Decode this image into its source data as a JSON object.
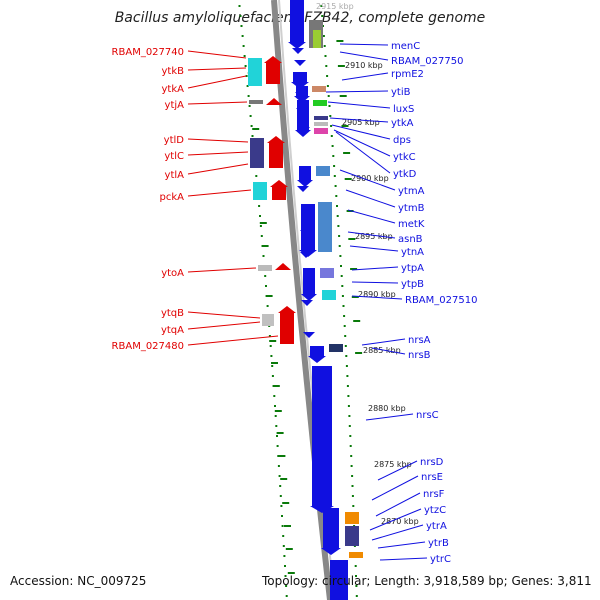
{
  "title": "Bacillus amyloliquefaciens FZB42, complete genome",
  "footer": {
    "accession": "Accession: NC_009725",
    "topology": "Topology: circular; Length: 3,918,589 bp; Genes: 3,811"
  },
  "colors": {
    "reverse_strand": "#e00000",
    "forward_strand": "#1010e0",
    "backbone": "#888888",
    "ticks": "#0a7a0a"
  },
  "ruler_labels": [
    "2915 kbp",
    "2910 kbp",
    "2905 kbp",
    "2900 kbp",
    "2895 kbp",
    "2890 kbp",
    "2885 kbp",
    "2880 kbp",
    "2875 kbp",
    "2870 kbp"
  ],
  "genes_left": [
    "RBAM_027740",
    "ytkB",
    "ytkA",
    "ytjA",
    "ytlD",
    "ytlC",
    "ytlA",
    "pckA",
    "ytoA",
    "ytqB",
    "ytqA",
    "RBAM_027480"
  ],
  "genes_right": [
    "menC",
    "RBAM_027750",
    "rpmE2",
    "ytiB",
    "luxS",
    "ytkA",
    "dps",
    "ytkC",
    "ytkD",
    "ytmA",
    "ytmB",
    "metK",
    "asnB",
    "ytnA",
    "ytpA",
    "ytpB",
    "RBAM_027510",
    "nrsA",
    "nrsB",
    "nrsC",
    "nrsD",
    "nrsE",
    "nrsF",
    "ytzC",
    "ytrA",
    "ytrB",
    "ytrC"
  ]
}
